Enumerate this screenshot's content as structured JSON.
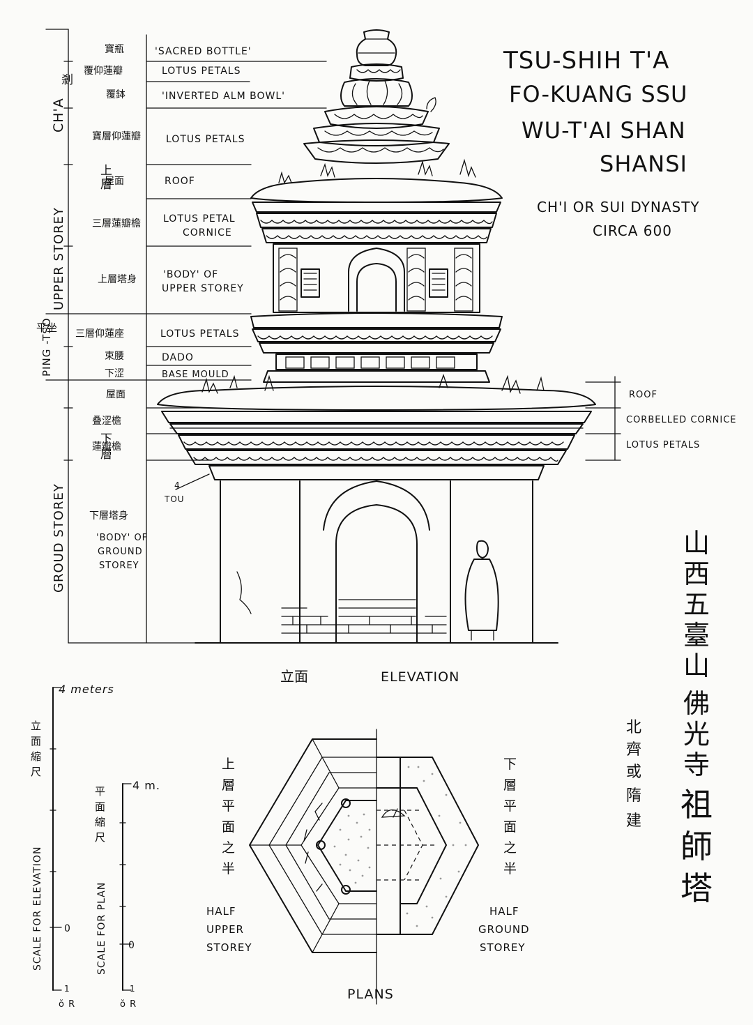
{
  "title": {
    "line1": "TSU-SHIH T'A",
    "line2": "FO-KUANG SSU",
    "line3": "WU-T'AI SHAN",
    "line4": "SHANSI"
  },
  "dynasty": {
    "line1": "CH'I OR SUI DYNASTY",
    "line2": "CIRCA 600"
  },
  "chinese_title": {
    "col1": [
      "山",
      "西",
      "五",
      "臺",
      "山",
      "佛",
      "光",
      "寺",
      "祖",
      "師",
      "塔"
    ],
    "col2": [
      "北",
      "齊",
      "或",
      "隋",
      "建"
    ]
  },
  "zones": {
    "cha": {
      "cn": "剎",
      "en": "CH'A"
    },
    "upper": {
      "cn": "上層",
      "en": "UPPER STOREY"
    },
    "pingtso": {
      "cn": "平坐",
      "en": "PING -TSO"
    },
    "ground": {
      "cn": "下層",
      "en": "GROUD STOREY"
    }
  },
  "parts_left": [
    {
      "cn": "寶瓶",
      "en": "'SACRED BOTTLE'"
    },
    {
      "cn": "覆仰蓮瓣",
      "en": "LOTUS PETALS"
    },
    {
      "cn": "覆鉢",
      "en": "'INVERTED ALM BOWL'"
    },
    {
      "cn": "寶層仰蓮瓣",
      "en": "LOTUS PETALS"
    },
    {
      "cn": "屋面",
      "en": "ROOF"
    },
    {
      "cn": "三層蓮瓣檐",
      "en1": "LOTUS PETAL",
      "en2": "CORNICE"
    },
    {
      "cn": "上層塔身",
      "en1": "'BODY' OF",
      "en2": "UPPER STOREY"
    },
    {
      "cn": "三層仰蓮座",
      "en": "LOTUS PETALS"
    },
    {
      "cn": "束腰",
      "en": "DADO"
    },
    {
      "cn": "下涩",
      "en": "BASE MOULD"
    },
    {
      "cn": "屋面",
      "en": ""
    },
    {
      "cn": "叠涩檐",
      "en": ""
    },
    {
      "cn": "蓮瓣檐",
      "en": ""
    },
    {
      "cn": "下層塔身",
      "en1": "'BODY' OF",
      "en2": "GROUND",
      "en3": "STOREY"
    }
  ],
  "parts_right": [
    {
      "en": "ROOF"
    },
    {
      "en": "CORBELLED CORNICE"
    },
    {
      "en": "LOTUS PETALS"
    }
  ],
  "tou_label": "TOU",
  "tou_num": "4",
  "elevation": {
    "cn": "立面",
    "en": "ELEVATION"
  },
  "plans": {
    "label": "PLANS",
    "left_cn": [
      "上",
      "層",
      "平",
      "面",
      "之",
      "半"
    ],
    "left_en": [
      "HALF",
      "UPPER",
      "STOREY"
    ],
    "right_cn": [
      "下",
      "層",
      "平",
      "面",
      "之",
      "半"
    ],
    "right_en": [
      "HALF",
      "GROUND",
      "STOREY"
    ]
  },
  "scale_elevation": {
    "top_label": "4 meters",
    "cn": [
      "立",
      "面",
      "縮",
      "尺"
    ],
    "label": "SCALE FOR ELEVATION",
    "zero": "0",
    "one": "1",
    "bottom": "ŏ R"
  },
  "scale_plan": {
    "top_label": "4 m.",
    "cn": [
      "平",
      "面",
      "縮",
      "尺"
    ],
    "label": "SCALE FOR PLAN",
    "zero": "0",
    "one": "1",
    "bottom": "ŏ R"
  }
}
